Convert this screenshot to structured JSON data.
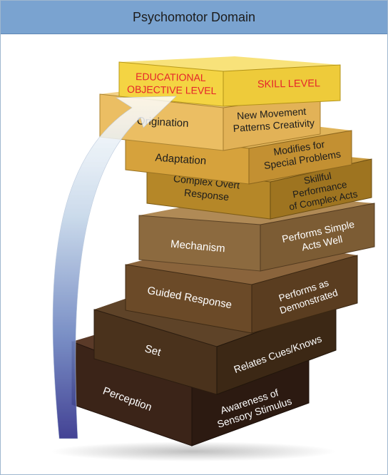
{
  "title": "Psychomotor Domain",
  "header": {
    "objective": [
      "EDUCATIONAL",
      "OBJECTIVE LEVEL"
    ],
    "skill": "SKILL LEVEL",
    "text_color": "#e5262b"
  },
  "levels": [
    {
      "name": "Origination",
      "skill": [
        "New Movement",
        "Patterns Creativity"
      ]
    },
    {
      "name": "Adaptation",
      "skill": [
        "Modifies for",
        "Special Problems"
      ]
    },
    {
      "name": [
        "Complex Overt",
        "Response"
      ],
      "skill": [
        "Skillful",
        "Performance",
        "of Complex Acts"
      ]
    },
    {
      "name": "Mechanism",
      "skill": [
        "Performs Simple",
        "Acts Well"
      ]
    },
    {
      "name": "Guided Response",
      "skill": [
        "Performs as",
        "Demonstrated"
      ]
    },
    {
      "name": "Set",
      "skill": [
        "Relates Cues/Knows"
      ]
    },
    {
      "name": "Perception",
      "skill": [
        "Awareness of",
        "Sensory Stimulus"
      ]
    }
  ],
  "colors": {
    "title_bar": "#7aa3d0",
    "arrow_top": "#ffffff",
    "arrow_bottom": "#34338c"
  }
}
